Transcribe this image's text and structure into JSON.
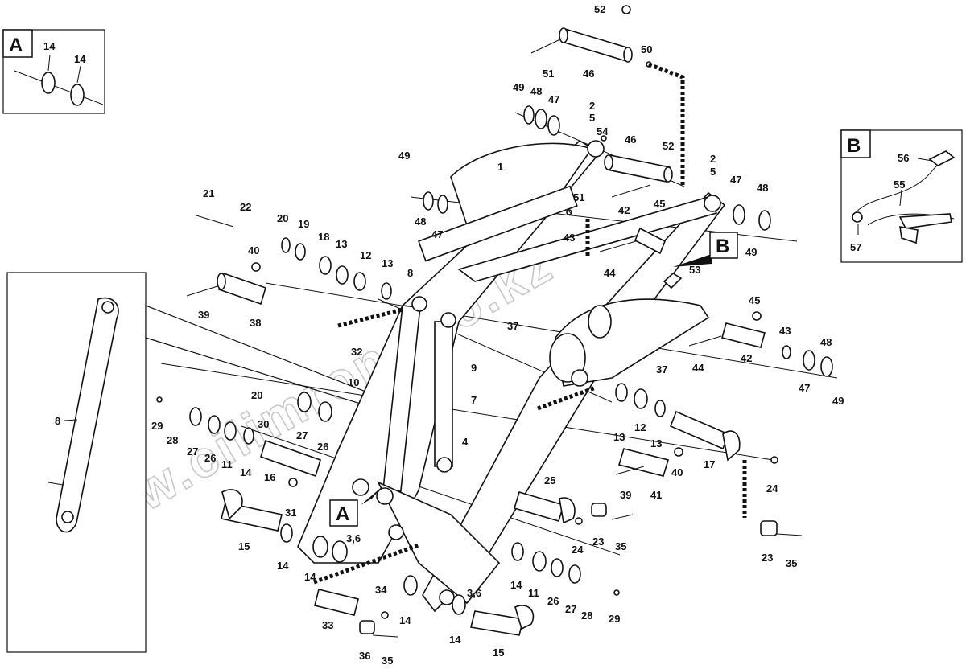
{
  "watermark": "www.cilimron-too.kz",
  "detail_boxes": {
    "a_inset": "A",
    "b_inset": "B",
    "a_callout": "A",
    "b_callout": "B"
  },
  "labels": {
    "ia14a": "14",
    "ia14b": "14",
    "ib56": "56",
    "ib55": "55",
    "ib57": "57",
    "l52t": "52",
    "l50": "50",
    "l51t": "51",
    "l46t": "46",
    "l49a": "49",
    "l48a": "48",
    "l47a": "47",
    "l2a": "2",
    "l5a": "5",
    "l54": "54",
    "l46b": "46",
    "l52b": "52",
    "l2b": "2",
    "l5b": "5",
    "l47b": "47",
    "l48b": "48",
    "l49b": "49",
    "l49c": "49",
    "l48c": "48",
    "l47c": "47",
    "l1": "1",
    "l51b": "51",
    "l42a": "42",
    "l45a": "45",
    "l43a": "43",
    "l44a": "44",
    "l53": "53",
    "l21": "21",
    "l22": "22",
    "l20a": "20",
    "l19": "19",
    "l18": "18",
    "l13a": "13",
    "l12a": "12",
    "l13b": "13",
    "l8a": "8",
    "l40a": "40",
    "l39a": "39",
    "l38": "38",
    "l37a": "37",
    "l45b": "45",
    "l43b": "43",
    "l48d": "48",
    "l42b": "42",
    "l44b": "44",
    "l37b": "37",
    "l47d": "47",
    "l49d": "49",
    "l32": "32",
    "l9": "9",
    "l10": "10",
    "l7": "7",
    "l20b": "20",
    "l29a": "29",
    "l28a": "28",
    "l27a": "27",
    "l26a": "26",
    "l11a": "11",
    "l14a": "14",
    "l30": "30",
    "l27b": "27",
    "l26b": "26",
    "l16": "16",
    "l31": "31",
    "l15a": "15",
    "l14b": "14",
    "l36a": "3,6",
    "l14c": "14",
    "l4": "4",
    "l13c": "13",
    "l12b": "12",
    "l13d": "13",
    "l17": "17",
    "l40b": "40",
    "l39b": "39",
    "l41": "41",
    "l24a": "24",
    "l25": "25",
    "l23a": "23",
    "l35a": "35",
    "l24b": "24",
    "l23b": "23",
    "l35b": "35",
    "l34": "34",
    "l33": "33",
    "l14d": "14",
    "l36b": "3,6",
    "l14e": "14",
    "l36": "36",
    "l35c": "35",
    "l15b": "15",
    "l14f": "14",
    "l11b": "11",
    "l26c": "26",
    "l27c": "27",
    "l28b": "28",
    "l29b": "29",
    "l8b": "8"
  }
}
